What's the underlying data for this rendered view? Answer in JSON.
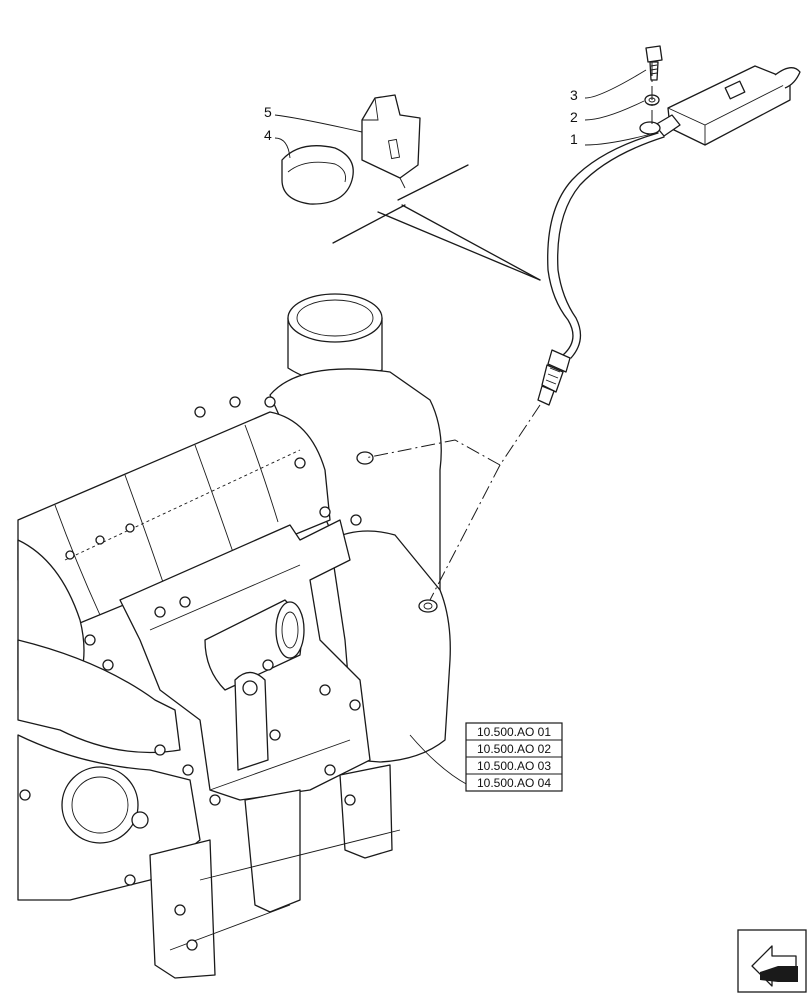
{
  "callouts": [
    {
      "id": "1",
      "label": "1",
      "part": "sensor"
    },
    {
      "id": "2",
      "label": "2",
      "part": "washer"
    },
    {
      "id": "3",
      "label": "3",
      "part": "bolt"
    },
    {
      "id": "4",
      "label": "4",
      "part": "strap"
    },
    {
      "id": "5",
      "label": "5",
      "part": "clip"
    }
  ],
  "references": [
    "10.500.AO 01",
    "10.500.AO 02",
    "10.500.AO 03",
    "10.500.AO 04"
  ],
  "nav": {
    "icon": "back-arrow-icon"
  }
}
